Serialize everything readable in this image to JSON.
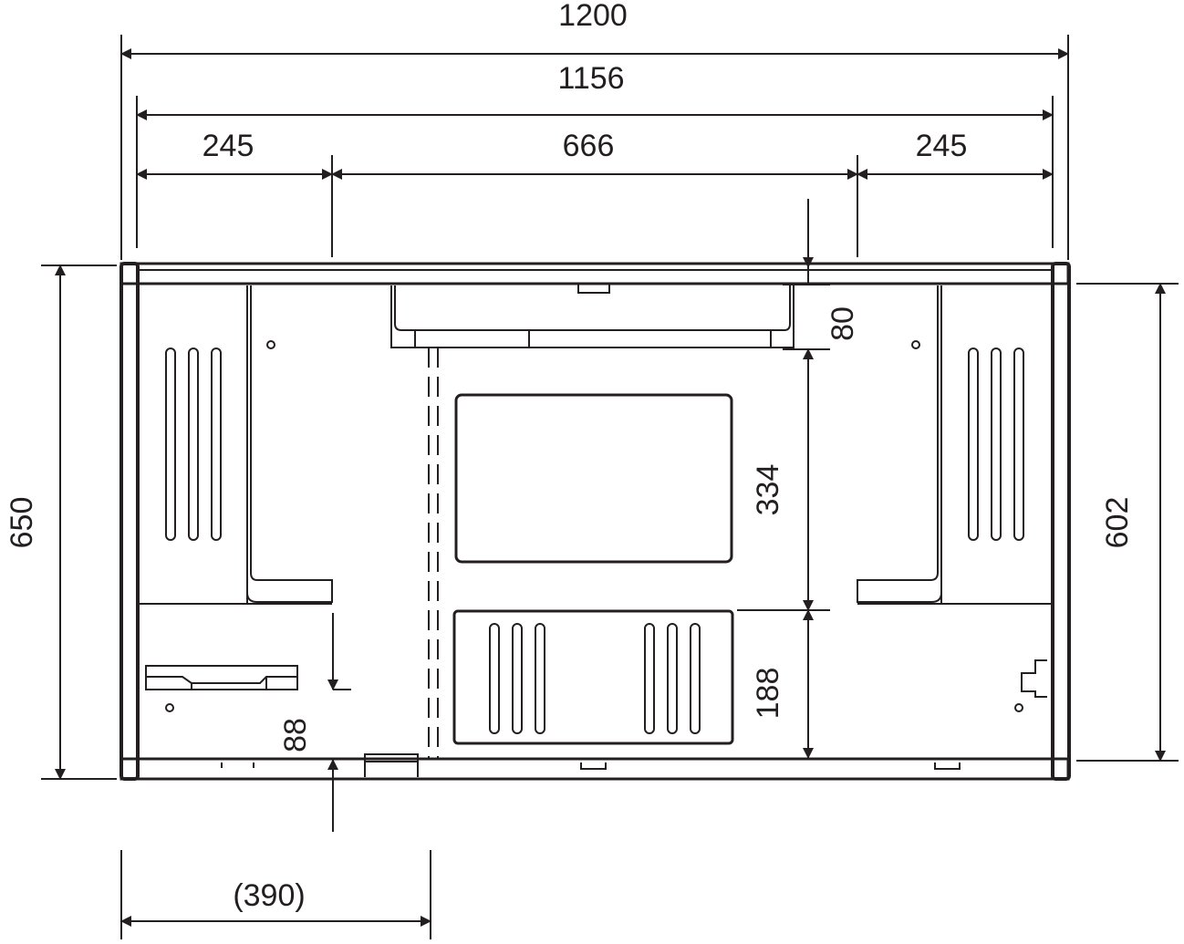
{
  "drawing": {
    "type": "technical-dimension-drawing",
    "units": "mm",
    "dimensions": {
      "overall_width": "1200",
      "inner_width": "1156",
      "left_section": "245",
      "center_section": "666",
      "right_section": "245",
      "overall_height": "650",
      "inner_height": "602",
      "top_offset": "80",
      "upper_opening": "334",
      "lower_opening": "188",
      "bottom_offset": "88",
      "reference_width": "(390)"
    },
    "colors": {
      "line": "#231f20",
      "background": "#ffffff"
    }
  }
}
